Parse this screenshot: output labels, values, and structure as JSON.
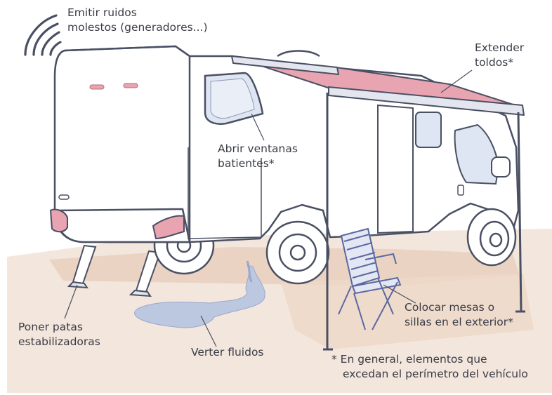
{
  "labels": {
    "noise": {
      "line1": "Emitir ruidos",
      "line2": "molestos (generadores...)"
    },
    "awning": {
      "line1": "Extender",
      "line2": "toldos*"
    },
    "windows": {
      "line1": "Abrir ventanas",
      "line2": "batientes*"
    },
    "legs": {
      "line1": "Poner patas",
      "line2": "estabilizadoras"
    },
    "fluids": {
      "line1": "Verter fluidos"
    },
    "furniture": {
      "line1": "Colocar mesas o",
      "line2": "sillas en el exterior*"
    },
    "footnote": {
      "line1": "* En general, elementos que",
      "line2": "excedan el perímetro del vehículo"
    }
  },
  "colors": {
    "outline": "#4a5063",
    "body_fill": "#ffffff",
    "ground": "#f2e3d8",
    "shadow": "#e8d2c2",
    "awning": "#e9a4b1",
    "window": "#dde5f2",
    "puddle": "#b9c4de",
    "chair": "#5a68a0",
    "text": "#3a3d47"
  },
  "icons": {
    "noise": "sound-waves-icon"
  }
}
